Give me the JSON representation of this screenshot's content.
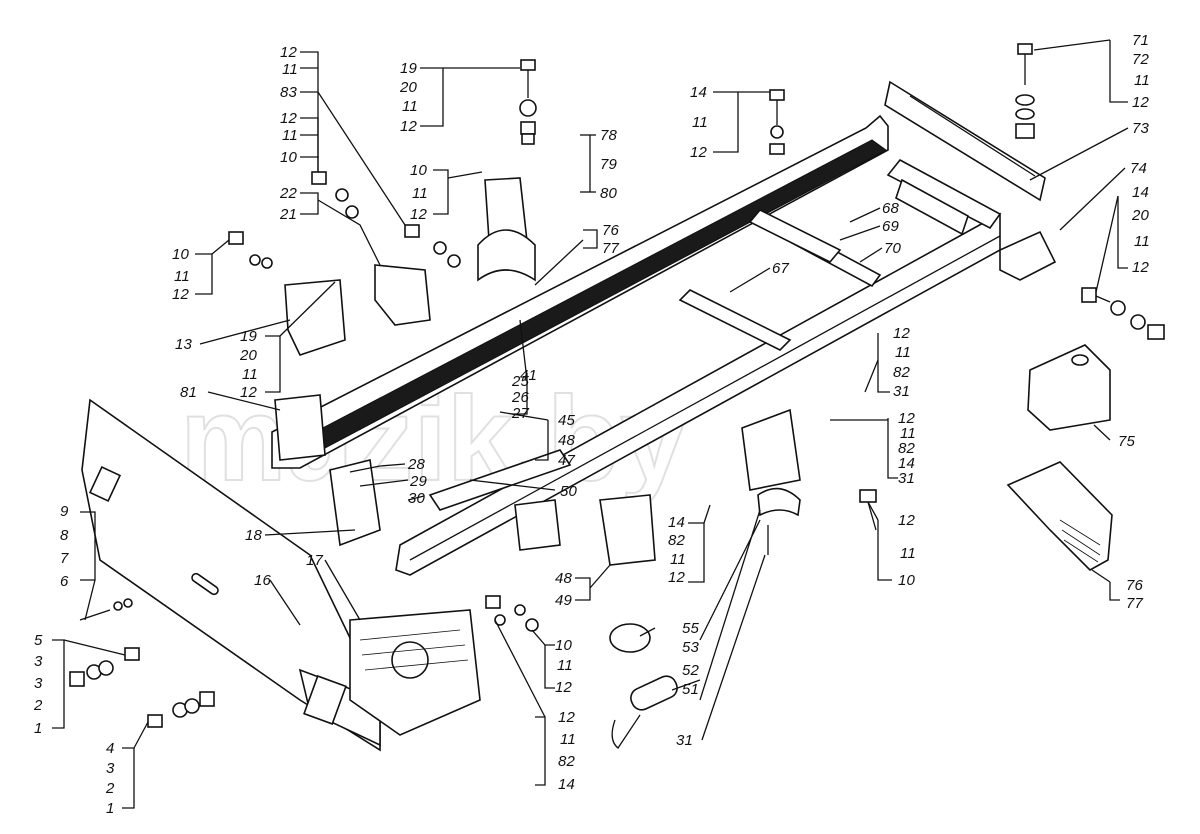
{
  "watermark": "mazik.by",
  "callouts": [
    {
      "id": "c01",
      "label": "12"
    },
    {
      "id": "c02",
      "label": "11"
    },
    {
      "id": "c03",
      "label": "83"
    },
    {
      "id": "c04",
      "label": "12"
    },
    {
      "id": "c05",
      "label": "11"
    },
    {
      "id": "c06",
      "label": "10"
    },
    {
      "id": "c07",
      "label": "22"
    },
    {
      "id": "c08",
      "label": "21"
    },
    {
      "id": "c09",
      "label": "10"
    },
    {
      "id": "c10",
      "label": "11"
    },
    {
      "id": "c11",
      "label": "12"
    },
    {
      "id": "c12",
      "label": "13"
    },
    {
      "id": "c13",
      "label": "19"
    },
    {
      "id": "c14",
      "label": "20"
    },
    {
      "id": "c15",
      "label": "11"
    },
    {
      "id": "c16",
      "label": "12"
    },
    {
      "id": "c17",
      "label": "81"
    },
    {
      "id": "c18",
      "label": "19"
    },
    {
      "id": "c19",
      "label": "20"
    },
    {
      "id": "c20",
      "label": "11"
    },
    {
      "id": "c21",
      "label": "12"
    },
    {
      "id": "c22",
      "label": "10"
    },
    {
      "id": "c23",
      "label": "11"
    },
    {
      "id": "c24",
      "label": "12"
    },
    {
      "id": "c25",
      "label": "78"
    },
    {
      "id": "c26",
      "label": "79"
    },
    {
      "id": "c27",
      "label": "80"
    },
    {
      "id": "c28",
      "label": "76"
    },
    {
      "id": "c29",
      "label": "77"
    },
    {
      "id": "c30",
      "label": "14"
    },
    {
      "id": "c31",
      "label": "11"
    },
    {
      "id": "c32",
      "label": "12"
    },
    {
      "id": "c33",
      "label": "71"
    },
    {
      "id": "c34",
      "label": "72"
    },
    {
      "id": "c35",
      "label": "11"
    },
    {
      "id": "c36",
      "label": "12"
    },
    {
      "id": "c37",
      "label": "73"
    },
    {
      "id": "c38",
      "label": "74"
    },
    {
      "id": "c39",
      "label": "14"
    },
    {
      "id": "c40",
      "label": "20"
    },
    {
      "id": "c41",
      "label": "11"
    },
    {
      "id": "c42",
      "label": "12"
    },
    {
      "id": "c43",
      "label": "68"
    },
    {
      "id": "c44",
      "label": "69"
    },
    {
      "id": "c45",
      "label": "70"
    },
    {
      "id": "c46",
      "label": "67"
    },
    {
      "id": "c47",
      "label": "12"
    },
    {
      "id": "c48",
      "label": "11"
    },
    {
      "id": "c49",
      "label": "82"
    },
    {
      "id": "c50",
      "label": "31"
    },
    {
      "id": "c51",
      "label": "12"
    },
    {
      "id": "c52",
      "label": "11"
    },
    {
      "id": "c53",
      "label": "82"
    },
    {
      "id": "c54",
      "label": "14"
    },
    {
      "id": "c55",
      "label": "31"
    },
    {
      "id": "c56",
      "label": "75"
    },
    {
      "id": "c57",
      "label": "41"
    },
    {
      "id": "c58",
      "label": "25"
    },
    {
      "id": "c59",
      "label": "26"
    },
    {
      "id": "c60",
      "label": "27"
    },
    {
      "id": "c61",
      "label": "45"
    },
    {
      "id": "c62",
      "label": "48"
    },
    {
      "id": "c63",
      "label": "47"
    },
    {
      "id": "c64",
      "label": "28"
    },
    {
      "id": "c65",
      "label": "29"
    },
    {
      "id": "c66",
      "label": "30"
    },
    {
      "id": "c67",
      "label": "50"
    },
    {
      "id": "c68",
      "label": "18"
    },
    {
      "id": "c69",
      "label": "9"
    },
    {
      "id": "c70",
      "label": "8"
    },
    {
      "id": "c71",
      "label": "7"
    },
    {
      "id": "c72",
      "label": "6"
    },
    {
      "id": "c73",
      "label": "17"
    },
    {
      "id": "c74",
      "label": "16"
    },
    {
      "id": "c75",
      "label": "14"
    },
    {
      "id": "c76",
      "label": "82"
    },
    {
      "id": "c77",
      "label": "11"
    },
    {
      "id": "c78",
      "label": "12"
    },
    {
      "id": "c79",
      "label": "48"
    },
    {
      "id": "c80",
      "label": "49"
    },
    {
      "id": "c81",
      "label": "12"
    },
    {
      "id": "c82",
      "label": "11"
    },
    {
      "id": "c83",
      "label": "10"
    },
    {
      "id": "c84",
      "label": "76"
    },
    {
      "id": "c85",
      "label": "77"
    },
    {
      "id": "c86",
      "label": "5"
    },
    {
      "id": "c87",
      "label": "3"
    },
    {
      "id": "c88",
      "label": "3"
    },
    {
      "id": "c89",
      "label": "2"
    },
    {
      "id": "c90",
      "label": "1"
    },
    {
      "id": "c91",
      "label": "10"
    },
    {
      "id": "c92",
      "label": "11"
    },
    {
      "id": "c93",
      "label": "12"
    },
    {
      "id": "c94",
      "label": "55"
    },
    {
      "id": "c95",
      "label": "53"
    },
    {
      "id": "c96",
      "label": "52"
    },
    {
      "id": "c97",
      "label": "51"
    },
    {
      "id": "c98",
      "label": "4"
    },
    {
      "id": "c99",
      "label": "3"
    },
    {
      "id": "c100",
      "label": "2"
    },
    {
      "id": "c101",
      "label": "1"
    },
    {
      "id": "c102",
      "label": "12"
    },
    {
      "id": "c103",
      "label": "11"
    },
    {
      "id": "c104",
      "label": "82"
    },
    {
      "id": "c105",
      "label": "14"
    },
    {
      "id": "c106",
      "label": "31"
    }
  ]
}
